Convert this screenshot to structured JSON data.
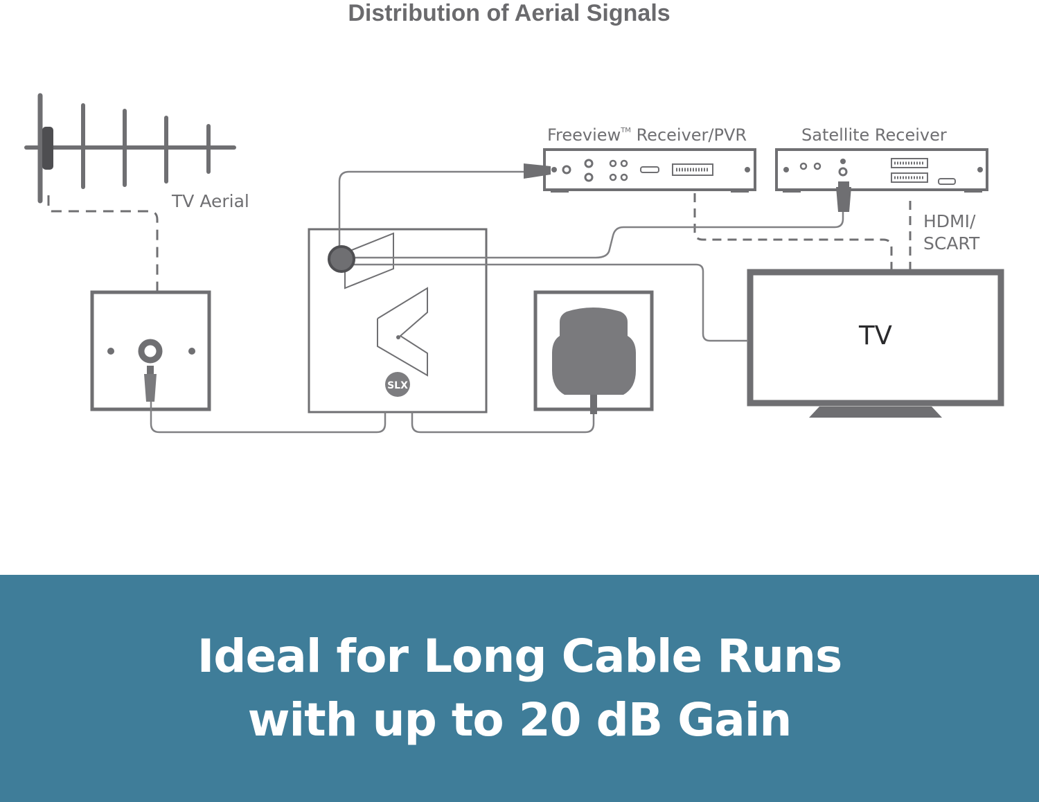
{
  "title": "Distribution of Aerial Signals",
  "labels": {
    "tv_aerial": "TV Aerial",
    "freeview_receiver": "Freeview",
    "freeview_tm": "TM",
    "freeview_rest": " Receiver/PVR",
    "satellite_receiver": "Satellite Receiver",
    "hdmi": "HDMI/",
    "scart": "SCART",
    "tv": "TV",
    "brand_logo": "SLX"
  },
  "banner": {
    "line1": "Ideal for Long Cable Runs",
    "line2": "with up to 20 dB Gain"
  },
  "colors": {
    "diagram_gray": "#6f6f72",
    "banner_bg": "#3f7d99",
    "banner_text": "#ffffff"
  }
}
